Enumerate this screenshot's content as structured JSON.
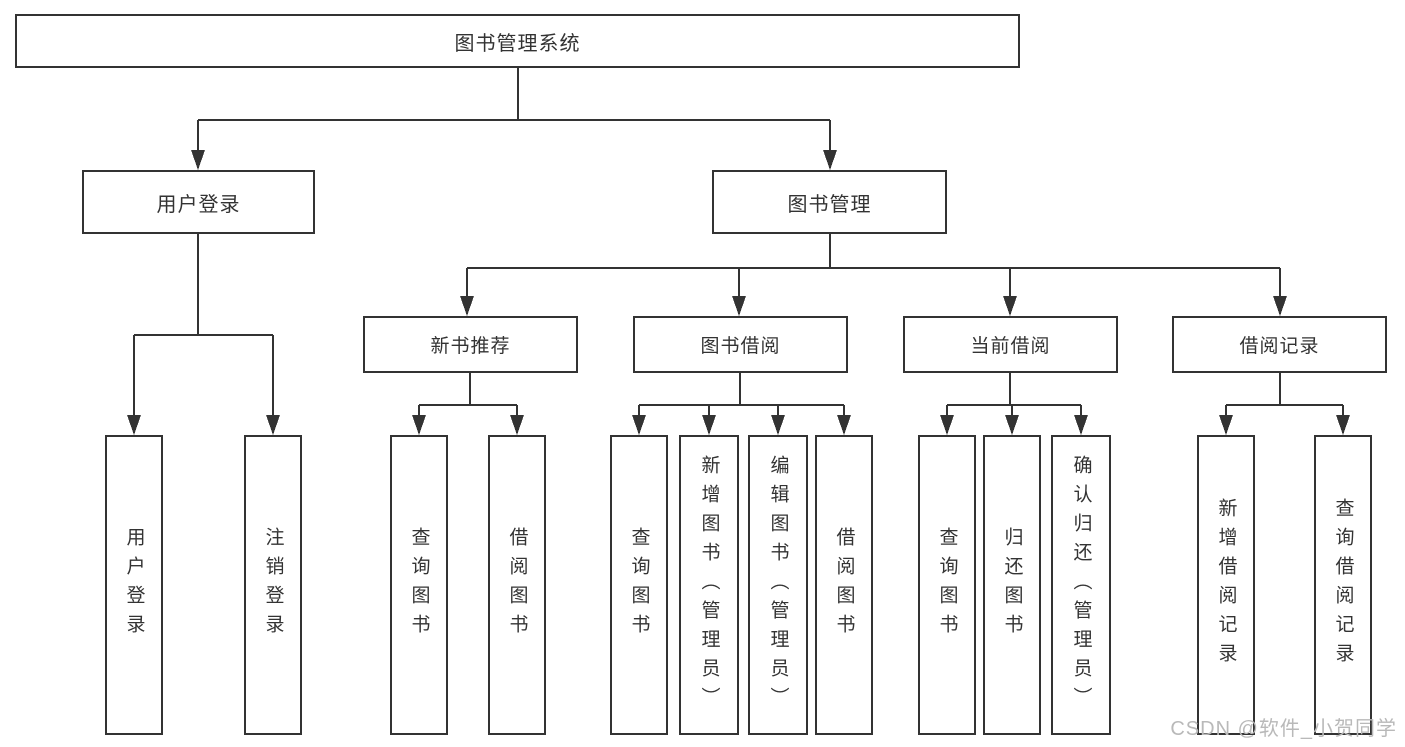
{
  "diagram": {
    "root_label": "图书管理系统",
    "level2": {
      "user_login": "用户登录",
      "book_mgmt": "图书管理"
    },
    "level3": {
      "new_books": "新书推荐",
      "book_borrow": "图书借阅",
      "current_borrow": "当前借阅",
      "borrow_records": "借阅记录"
    },
    "leaves": {
      "user_login": [
        "用户登录",
        "注销登录"
      ],
      "new_books": [
        "查询图书",
        "借阅图书"
      ],
      "book_borrow": [
        "查询图书",
        "新增图书（管理员）",
        "编辑图书（管理员）",
        "借阅图书"
      ],
      "current_borrow": [
        "查询图书",
        "归还图书",
        "确认归还（管理员）"
      ],
      "borrow_records": [
        "新增借阅记录",
        "查询借阅记录"
      ]
    }
  },
  "watermark": {
    "text": "CSDN @软件_小贺同学"
  },
  "colors": {
    "line": "#333333",
    "border": "#333333",
    "fill": "#ffffff",
    "text": "#333333",
    "watermark": "#b9b9b9",
    "bg": "#ffffff"
  }
}
